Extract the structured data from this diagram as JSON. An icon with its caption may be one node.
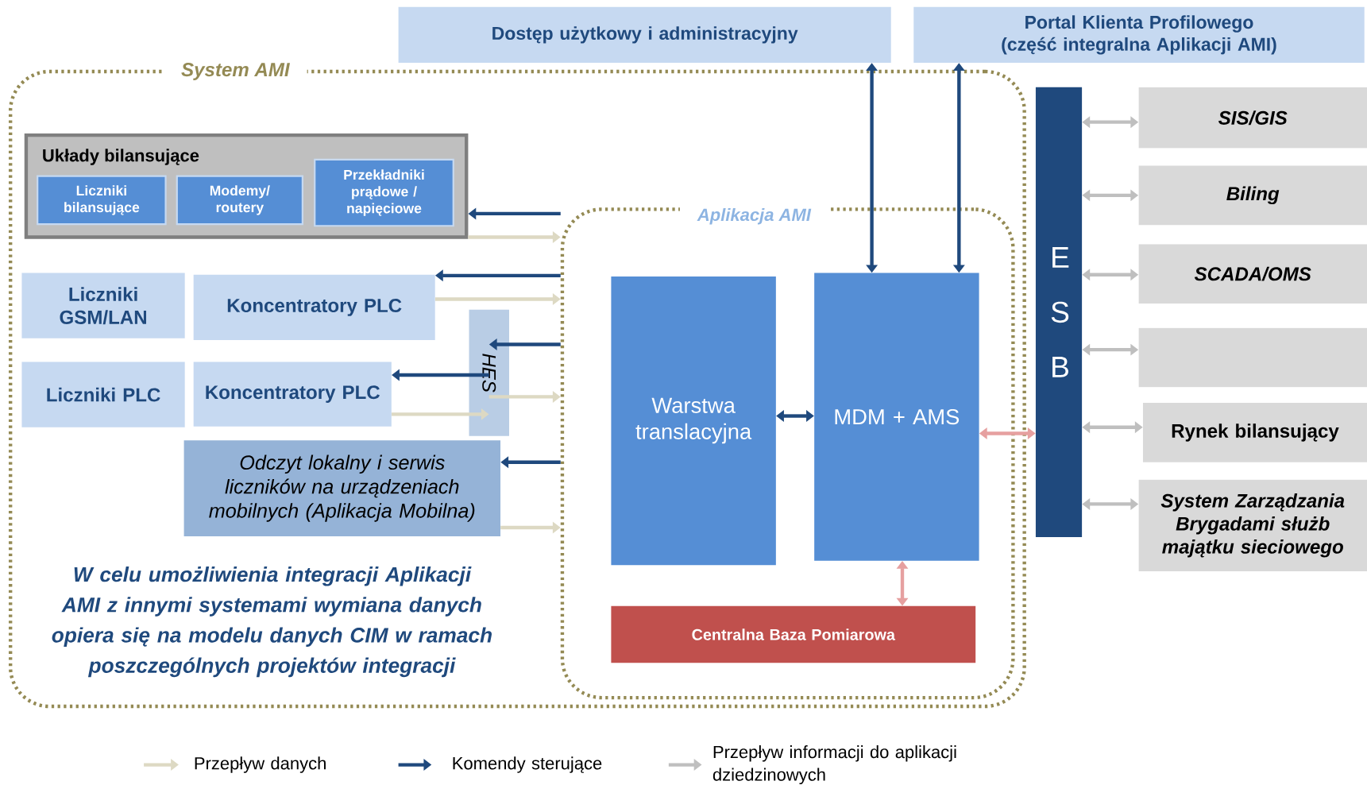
{
  "diagram": {
    "nodes": [
      {
        "text": [
          "System AMI"
        ]
      },
      {
        "text": [
          "Dostęp użytkowy i administracyjny"
        ]
      },
      {
        "text": [
          "Portal Klienta Profilowego (część integralna Aplikacji AMI)"
        ]
      },
      {
        "text": [
          "E S B"
        ]
      },
      {
        "text": [
          "SIS/GIS"
        ]
      },
      {
        "text": [
          "Biling"
        ]
      },
      {
        "text": [
          "SCADA/OMS"
        ]
      },
      {
        "text": [],
        "shape": "box"
      },
      {
        "text": [
          "Rynek bilansujący"
        ]
      },
      {
        "text": [
          "System Zarządzania Brygadami służb majątku sieciowego"
        ]
      },
      {
        "text": [
          "Układy bilansujące"
        ],
        "in": 0
      },
      {
        "text": [
          "Liczniki bilansujące"
        ],
        "in": 10
      },
      {
        "text": [
          "Modemy/ routery"
        ],
        "in": 10
      },
      {
        "text": [
          "Przekładniki prądowe / napięciowe"
        ],
        "in": 10
      },
      {
        "text": [
          "Aplikacja AMI"
        ],
        "in": 0
      },
      {
        "text": [
          "Liczniki GSM/LAN"
        ],
        "in": 0
      },
      {
        "text": [
          "Koncentratory PLC"
        ],
        "in": 0
      },
      {
        "text": [
          "HES"
        ],
        "in": 0
      },
      {
        "text": [
          "Liczniki PLC"
        ],
        "in": 0
      },
      {
        "text": [
          "Koncentratory PLC"
        ],
        "in": 0
      },
      {
        "text": [
          "Odczyt lokalny i serwis liczników na urządzeniach mobilnych (Aplikacja Mobilna)"
        ],
        "in": 0
      },
      {
        "text": [
          "Warstwa translacyjna"
        ],
        "in": 14
      },
      {
        "text": [
          "MDM + AMS"
        ],
        "in": 14
      },
      {
        "text": [
          "Centralna Baza Pomiarowa"
        ],
        "in": 14
      }
    ],
    "edges": [
      {
        "from": 1,
        "to": 22,
        "arrow": "both"
      },
      {
        "from": 2,
        "to": 22,
        "arrow": "both"
      },
      {
        "from": 3,
        "to": 4,
        "arrow": "both",
        "color": "#bfbfbf"
      },
      {
        "from": 3,
        "to": 5,
        "arrow": "both",
        "color": "#bfbfbf"
      },
      {
        "from": 3,
        "to": 6,
        "arrow": "both",
        "color": "#bfbfbf"
      },
      {
        "from": 3,
        "to": 7,
        "arrow": "both",
        "color": "#bfbfbf"
      },
      {
        "from": 3,
        "to": 8,
        "arrow": "both",
        "color": "#bfbfbf"
      },
      {
        "from": 3,
        "to": 9,
        "arrow": "both",
        "color": "#bfbfbf"
      },
      {
        "from": 22,
        "to": 3,
        "arrow": "both",
        "color": "#e6a0a0"
      },
      {
        "from": 22,
        "to": 23,
        "arrow": "both",
        "color": "#e6a0a0"
      },
      {
        "from": 21,
        "to": 22,
        "arrow": "both"
      },
      {
        "from": 14,
        "to": 10,
        "arrow": "to"
      },
      {
        "from": 10,
        "to": 14,
        "arrow": "to",
        "color": "#ddd9c3"
      },
      {
        "from": 14,
        "to": 16,
        "arrow": "to"
      },
      {
        "from": 16,
        "to": 14,
        "arrow": "to",
        "color": "#ddd9c3"
      },
      {
        "from": 14,
        "to": 17,
        "arrow": "to"
      },
      {
        "from": 17,
        "to": 14,
        "arrow": "to",
        "color": "#ddd9c3"
      },
      {
        "from": 17,
        "to": 19,
        "arrow": "to"
      },
      {
        "from": 19,
        "to": 17,
        "arrow": "to",
        "color": "#ddd9c3"
      },
      {
        "from": 14,
        "to": 20,
        "arrow": "to"
      },
      {
        "from": 20,
        "to": 14,
        "arrow": "to",
        "color": "#ddd9c3"
      }
    ],
    "labels": [
      "W celu umożliwienia integracji Aplikacji AMI z innymi systemami wymiana danych opiera się na modelu danych CIM w ramach poszczególnych projektów integracji"
    ],
    "legend": [
      {
        "text": "Przepływ danych"
      },
      {
        "text": "Komendy sterujące"
      },
      {
        "text": "Przepływ informacji do aplikacji dziedzinowych"
      }
    ]
  }
}
